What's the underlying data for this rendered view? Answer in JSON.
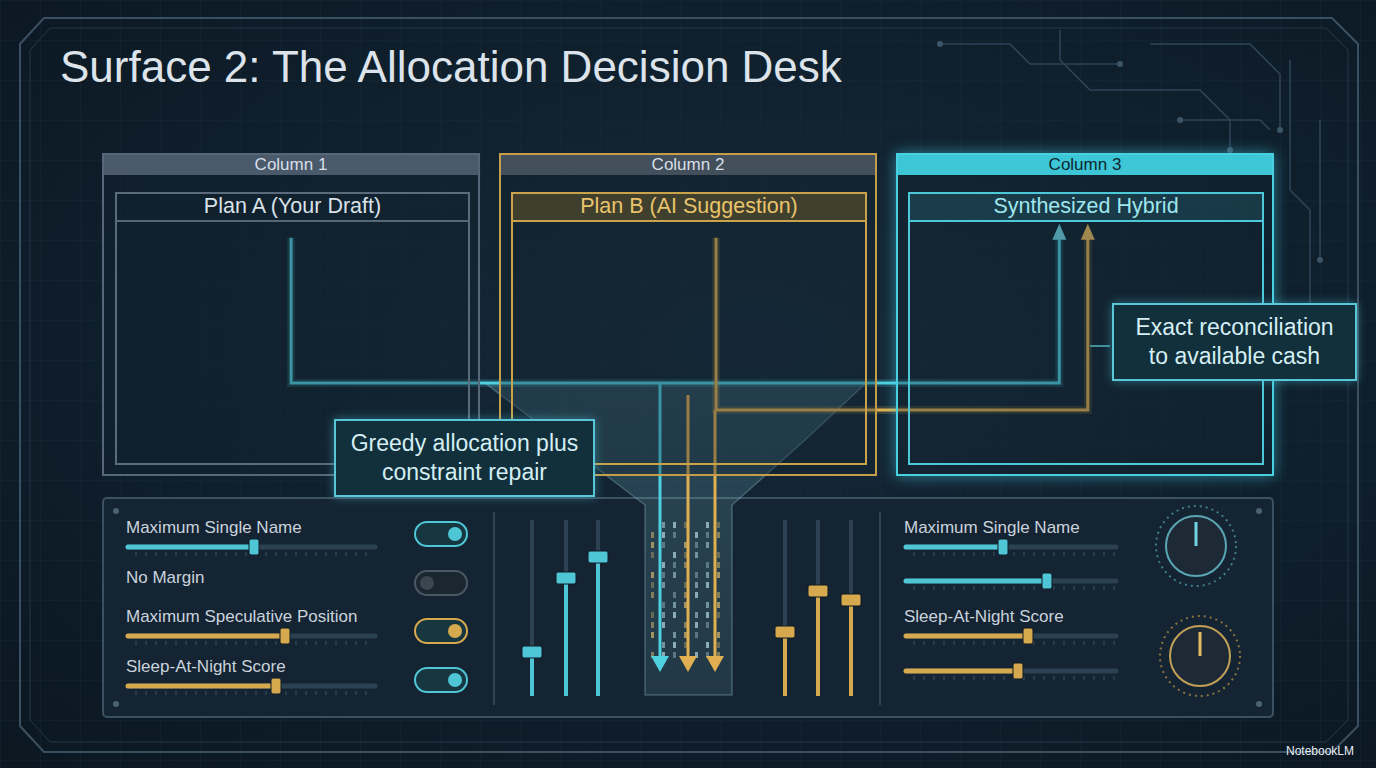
{
  "diagram": {
    "title": "Surface 2: The Allocation Decision Desk",
    "nodes": [
      {
        "text": [
          "Column 1"
        ]
      },
      {
        "text": [
          "Plan A (Your Draft)"
        ],
        "in": 0
      },
      {
        "text": [
          "Column 2"
        ]
      },
      {
        "text": [
          "Plan B (AI Suggestion)"
        ],
        "in": 2
      },
      {
        "text": [
          "Column 3"
        ]
      },
      {
        "text": [
          "Synthesized Hybrid"
        ],
        "in": 4
      },
      {
        "text": [
          "Greedy allocation plus constraint repair"
        ]
      },
      {
        "text": [
          "Exact reconciliation to available cash"
        ]
      }
    ],
    "edges": [
      {
        "from": 1,
        "to": 5,
        "arrow": "to"
      },
      {
        "from": 3,
        "to": 5,
        "arrow": "to"
      }
    ],
    "labels": [
      "Maximum Single Name",
      "No Margin",
      "Maximum Speculative Position",
      "Sleep-At-Night Score",
      "Maximum Single Name",
      "Sleep-At-Night Score",
      "NotebookLM"
    ]
  }
}
